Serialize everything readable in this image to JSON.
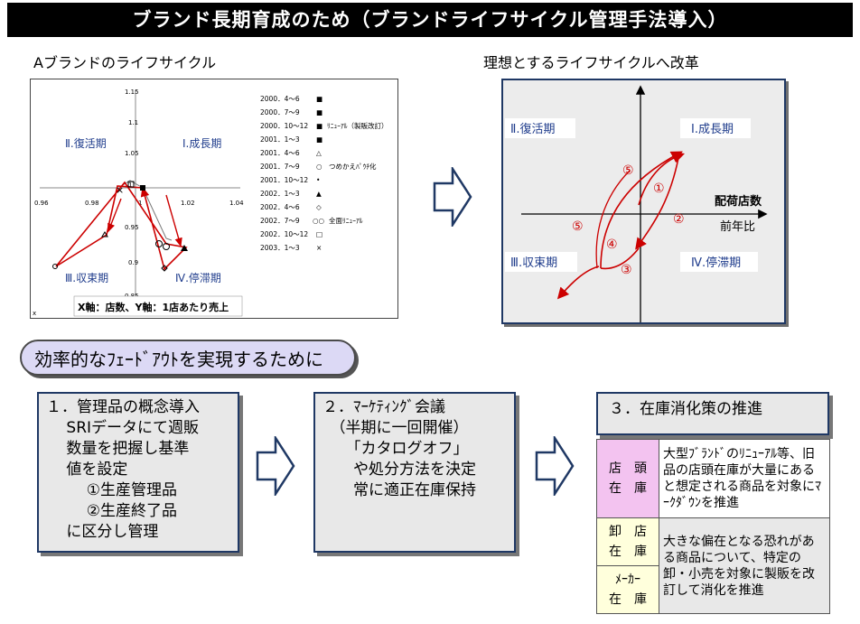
{
  "header": {
    "title": "ブランド長期育成のため（ブランドライフサイクル管理手法導入）"
  },
  "left_panel": {
    "caption": "Aブランドのライフサイクル",
    "quadrants": [
      "Ⅱ.復活期",
      "Ⅰ.成長期",
      "Ⅲ.収束期",
      "Ⅳ.停滞期"
    ],
    "axis_note": "X軸：店数、Y軸：1店あたり売上",
    "y_ticks": [
      "1.15",
      "1.1",
      "1.05",
      "1",
      "0.95",
      "0.9",
      "0.85"
    ],
    "x_ticks": [
      "0.96",
      "0.98",
      "1",
      "1.02",
      "1.04"
    ],
    "corner_label": "x",
    "legend": [
      {
        "period": "2000．4～6",
        "marker": "■",
        "note": ""
      },
      {
        "period": "2000．7～9",
        "marker": "■",
        "note": ""
      },
      {
        "period": "2000．10～12",
        "marker": "■",
        "note": "ﾘﾆｭｰｱﾙ（製販改訂）"
      },
      {
        "period": "2001．1～3",
        "marker": "■",
        "note": ""
      },
      {
        "period": "2001．4～6",
        "marker": "△",
        "note": ""
      },
      {
        "period": "2001．7～9",
        "marker": "○",
        "note": "つめかえﾊﾟｳﾁ化"
      },
      {
        "period": "2001．10～12",
        "marker": "•",
        "note": ""
      },
      {
        "period": "2002．1～3",
        "marker": "▲",
        "note": ""
      },
      {
        "period": "2002．4～6",
        "marker": "◇",
        "note": ""
      },
      {
        "period": "2002．7～9",
        "marker": "○○",
        "note": "全面ﾘﾆｭｰｱﾙ"
      },
      {
        "period": "2002．10～12",
        "marker": "□",
        "note": ""
      },
      {
        "period": "2003．1～3",
        "marker": "×",
        "note": ""
      }
    ]
  },
  "right_panel": {
    "caption": "理想とするライフサイクルへ改革",
    "quadrants": [
      "Ⅱ.復活期",
      "Ⅰ.成長期",
      "Ⅲ.収束期",
      "Ⅳ.停滞期"
    ],
    "axis_label_1": "配荷店数",
    "axis_label_2": "前年比",
    "steps": [
      "①",
      "②",
      "③",
      "④",
      "⑤",
      "⑤"
    ]
  },
  "section": {
    "pill": "効率的なﾌｪｰﾄﾞｱｳﾄを実現するために"
  },
  "boxes": {
    "box1": [
      "１．管理品の概念導入",
      "　 SRIデータにて週販",
      "　 数量を把握し基準",
      "　 値を設定",
      "　　  ①生産管理品",
      "　　  ②生産終了品",
      "　 に区分し管理"
    ],
    "box2": [
      "２．ﾏｰｹﾃｨﾝｸﾞ会議",
      "　（半期に一回開催）",
      "",
      "　　「カタログオフ」",
      "　　や処分方法を決定",
      "　　常に適正在庫保持"
    ],
    "box3_title": "３．在庫消化策の推進"
  },
  "stock_table": {
    "rows": [
      {
        "category": [
          "店　頭",
          "在　庫"
        ],
        "desc": "大型ﾌﾞﾗﾝﾄﾞのﾘﾆｭｰｱﾙ等、旧品の店頭在庫が大量にあると想定される商品を対象にﾏｰｸﾀﾞｳﾝを推進"
      },
      {
        "category": [
          "卸　店",
          "在　庫"
        ],
        "desc": "大きな偏在となる恐れがある商品について、特定の卸・小売を対象に製販を改訂して消化を推進"
      },
      {
        "category": [
          "ﾒｰｶｰ",
          "在　庫"
        ],
        "desc": ""
      }
    ]
  },
  "colors": {
    "accent_red": "#cc0000",
    "navy": "#1f3864",
    "pink": "#f3c3f0",
    "pill": "#dcd9f5"
  },
  "icons": [
    "right-arrow-icon"
  ]
}
